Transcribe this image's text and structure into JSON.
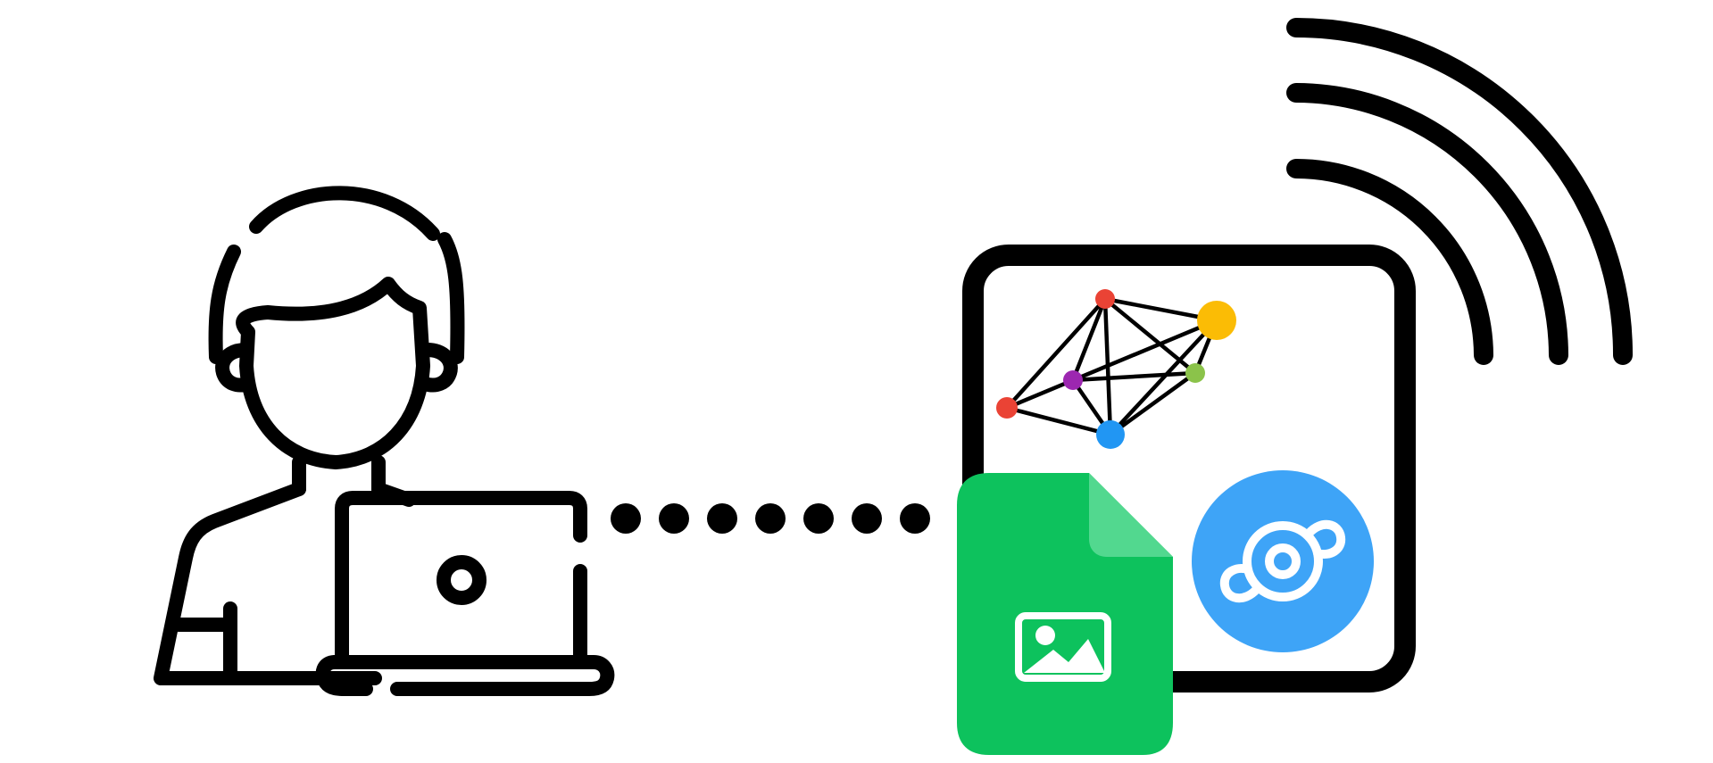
{
  "diagram": {
    "nodes": [
      {
        "id": "user",
        "icon": "user-with-laptop-icon"
      },
      {
        "id": "device",
        "icon": "device-frame-icon",
        "contents": [
          "network-graph-icon",
          "helium-logo-icon",
          "image-file-icon"
        ]
      },
      {
        "id": "signal",
        "icon": "wireless-signal-icon"
      }
    ],
    "connections": [
      {
        "from": "user",
        "to": "device",
        "style": "dotted",
        "dot_count": 7
      }
    ]
  },
  "colors": {
    "stroke": "#000000",
    "file_green": "#0dc25d",
    "file_fold": "#52d88f",
    "helium_blue": "#3ea4f7",
    "graph_nodes": [
      "#ea4335",
      "#fbbc05",
      "#8bc34a",
      "#9c27b0",
      "#2196f3",
      "#ea4335"
    ]
  }
}
